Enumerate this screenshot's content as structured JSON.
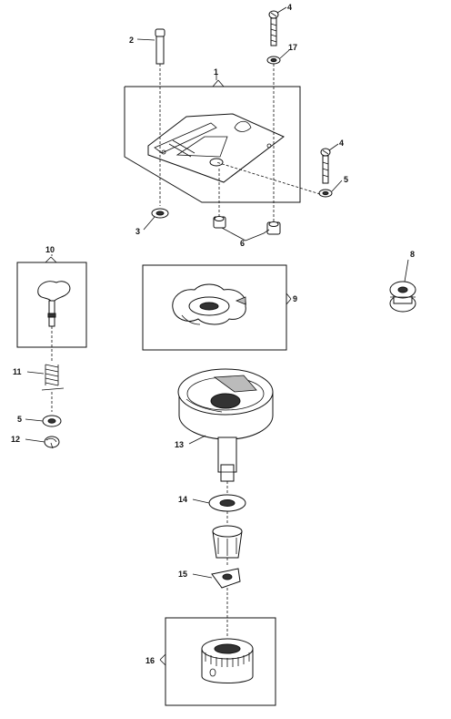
{
  "callouts": {
    "c1": "1",
    "c2": "2",
    "c3": "3",
    "c4a": "4",
    "c4b": "4",
    "c5a": "5",
    "c5b": "5",
    "c6": "6",
    "c8": "8",
    "c9": "9",
    "c10": "10",
    "c11": "11",
    "c12": "12",
    "c13": "13",
    "c14": "14",
    "c15": "15",
    "c16": "16",
    "c17": "17"
  }
}
